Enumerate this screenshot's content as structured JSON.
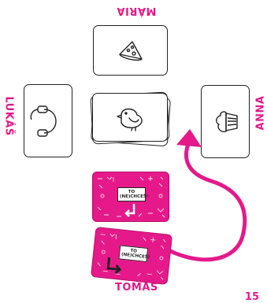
{
  "players": {
    "top": "MÁRIA",
    "left": "LUKÁŠ",
    "right": "ANNA",
    "bottom": "TOMÁŠ"
  },
  "cards": {
    "top_icon": "pizza-icon",
    "left_icon": "headphones-icon",
    "right_icon": "cupcake-icon",
    "center_icon": "bird-icon"
  },
  "pink_card_label": "TO (NE)CHCEŠ!",
  "page_number": "15",
  "colors": {
    "accent": "#e5198a",
    "ink": "#222222"
  }
}
